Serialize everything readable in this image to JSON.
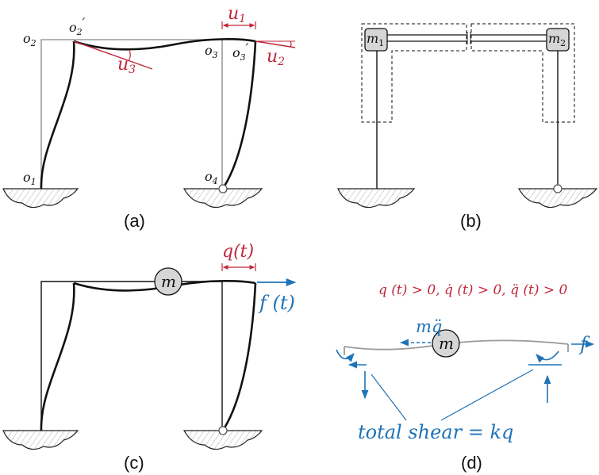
{
  "colors": {
    "red": "#c0273a",
    "blue": "#1f73b7",
    "gray": "#9a9a9a",
    "black": "#111111",
    "mass_fill": "#d6d6d6"
  },
  "panel_a": {
    "caption": "(a)",
    "labels": {
      "o1": "o",
      "o1_sub": "1",
      "o2": "o",
      "o2_sub": "2",
      "o2p": "o",
      "o2p_sub": "2",
      "o2p_prime": "′",
      "o3": "o",
      "o3_sub": "3",
      "o3p": "o",
      "o3p_sub": "3",
      "o3p_prime": "′",
      "o4": "o",
      "o4_sub": "4",
      "u1": "u",
      "u1_sub": "1",
      "u2": "u",
      "u2_sub": "2",
      "u3": "u",
      "u3_sub": "3"
    }
  },
  "panel_b": {
    "caption": "(b)",
    "m1": "m",
    "m1_sub": "1",
    "m2": "m",
    "m2_sub": "2"
  },
  "panel_c": {
    "caption": "(c)",
    "mass": "m",
    "q_label": "q(t)",
    "f_label": "f (t)"
  },
  "panel_d": {
    "caption": "(d)",
    "condition": "q (t) > 0, q̇ (t) > 0, q̈ (t) > 0",
    "mass": "m",
    "inertia_label": "mq̈",
    "f_label": "f",
    "shear_label": "total shear = kq"
  }
}
